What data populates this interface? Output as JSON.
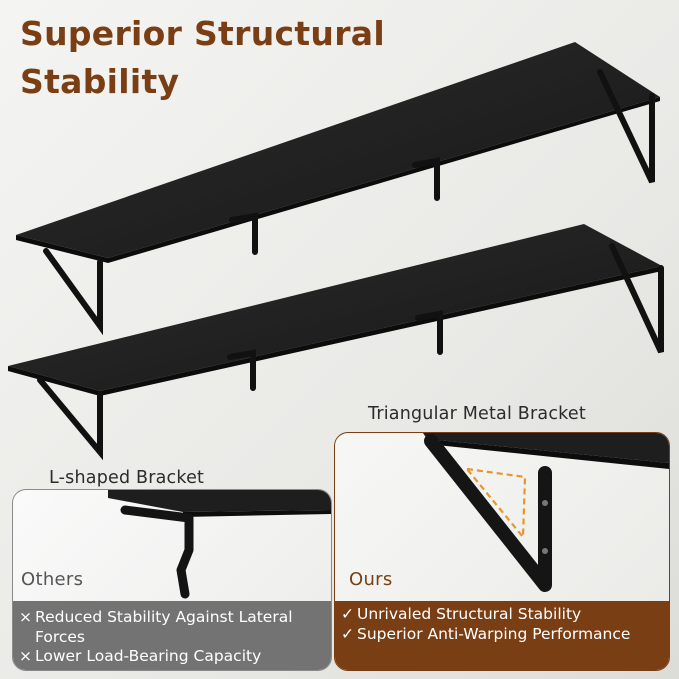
{
  "title": {
    "line1": "Superior Structural",
    "line2": "Stability"
  },
  "callout": {
    "label": "Triangular Metal Bracket"
  },
  "others": {
    "label": "L-shaped Bracket",
    "panel_title": "Others",
    "marker": "×",
    "points": [
      "Reduced Stability Against Lateral Forces",
      "Lower Load-Bearing Capacity"
    ],
    "bar_color": "#737373"
  },
  "ours": {
    "panel_title": "Ours",
    "marker": "✓",
    "points": [
      "Unrivaled Structural Stability",
      "Superior Anti-Warping Performance"
    ],
    "bar_color": "#7a3e14",
    "highlight_color": "#e8962a"
  }
}
